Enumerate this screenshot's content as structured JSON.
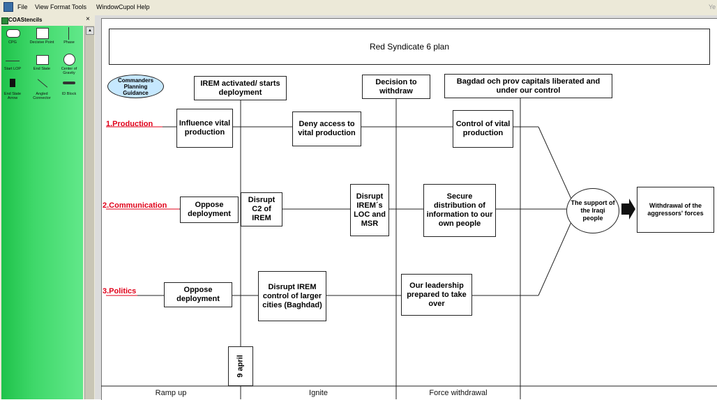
{
  "menubar": {
    "items": [
      "File",
      "View",
      "Format",
      "Tools",
      "Window",
      "Cupol",
      "Help"
    ],
    "right_label": "Ye"
  },
  "stencil_panel": {
    "title": "COAStencils",
    "items": [
      "CPG",
      "Decisive Point",
      "Phase",
      "Start LOP",
      "End State",
      "Center of Gravity",
      "End State Arrow",
      "Angled Connector",
      "ID Block"
    ]
  },
  "diagram": {
    "title": "Red Syndicate 6 plan",
    "cpg": "Commanders Planning Guidance",
    "milestones": {
      "irem": "IREM activated/ starts deployment",
      "withdraw": "Decision to withdraw",
      "baghdad": "Bagdad och prov capitals liberated and under our control"
    },
    "rows": {
      "production": {
        "label": "1.Production",
        "boxes": [
          "Influence vital production",
          "Deny access to vital production",
          "Control of vital production"
        ]
      },
      "communication": {
        "label": "2.Communication",
        "boxes": [
          "Oppose deployment",
          "Disrupt C2 of IREM",
          "Disrupt IREM´s LOC and MSR",
          "Secure distribution of information to our own people"
        ]
      },
      "politics": {
        "label": "3.Politics",
        "boxes": [
          "Oppose deployment",
          "Disrupt IREM control of larger cities (Baghdad)",
          "Our leadership prepared to take over"
        ]
      }
    },
    "cog": "The support of the Iraqi people",
    "end_state": "Withdrawal of the aggressors' forces",
    "date_marker": "9 april",
    "phases": [
      "Ramp up",
      "Ignite",
      "Force withdrawal"
    ]
  }
}
